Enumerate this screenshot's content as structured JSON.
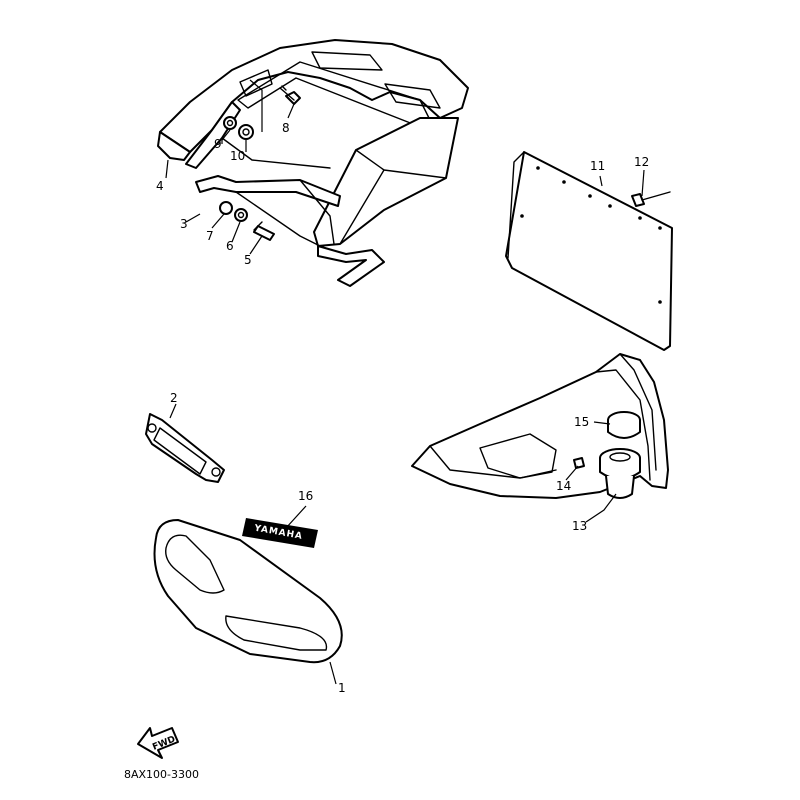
{
  "callouts": {
    "c1": "1",
    "c2": "2",
    "c3": "3",
    "c4": "4",
    "c5": "5",
    "c6": "6",
    "c7": "7",
    "c8": "8",
    "c9": "9",
    "c10": "10",
    "c11": "11",
    "c12": "12",
    "c13": "13",
    "c14": "14",
    "c15": "15",
    "c16": "16"
  },
  "emblem_text": "YAMAHA",
  "fwd_label": "FWD",
  "diagram_code": "8AX100-3300",
  "colors": {
    "line": "#000000",
    "background": "#ffffff",
    "fill": "#d9d9d9"
  }
}
